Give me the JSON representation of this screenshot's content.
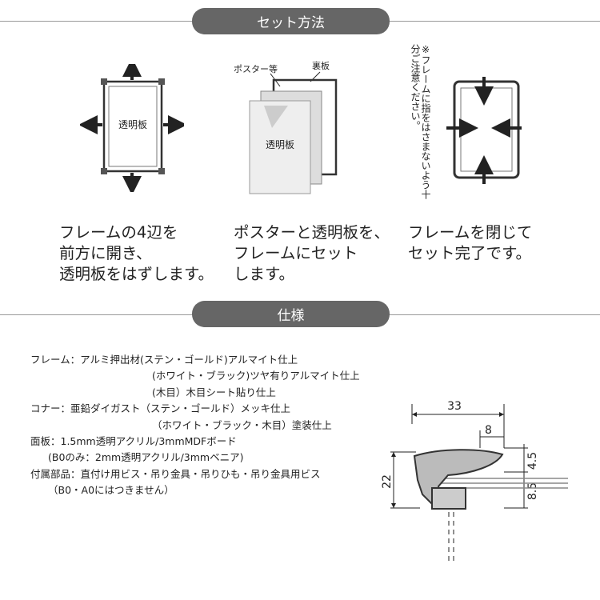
{
  "sections": {
    "setup_title": "セット方法",
    "spec_title": "仕様"
  },
  "steps": [
    {
      "figure_label": "透明板",
      "lines": [
        "フレームの4辺を",
        "前方に開き、",
        "透明板をはずします。"
      ]
    },
    {
      "figure_labels": {
        "poster": "ポスター等",
        "back": "裏板",
        "clear": "透明板"
      },
      "lines": [
        "ポスターと透明板を、",
        "フレームにセット",
        "します。"
      ]
    },
    {
      "note": "※フレームに指をはさまないよう十分ご注意ください。",
      "lines": [
        "フレームを閉じて",
        "セット完了です。"
      ]
    }
  ],
  "specs": [
    "フレーム：アルミ押出材(ステン・ゴールド)アルマイト仕上",
    "(ホワイト・ブラック)ツヤ有りアルマイト仕上",
    "(木目）木目シート貼り仕上",
    "コナー：亜鉛ダイガスト（ステン・ゴールド）メッキ仕上",
    "（ホワイト・ブラック・木目）塗装仕上",
    "面板：1.5mm透明アクリル/3mmMDFボード",
    "(B0のみ：2mm透明アクリル/3mmベニア)",
    "付属部品：直付け用ビス・吊り金具・吊りひも・吊り金具用ビス",
    "（B0・A0にはつきません）"
  ],
  "dimensions": {
    "width": "33",
    "lip": "8",
    "top": "4.5",
    "bottom": "8.5",
    "height": "22"
  }
}
